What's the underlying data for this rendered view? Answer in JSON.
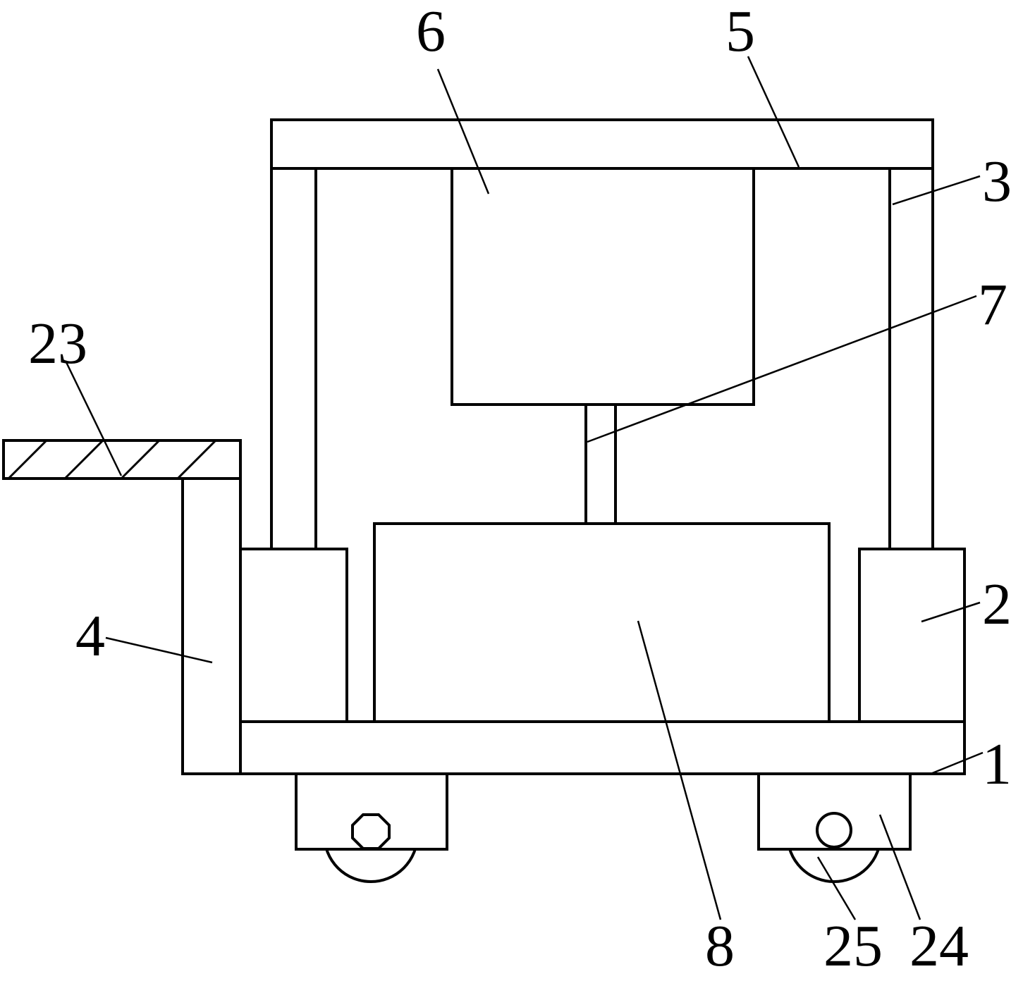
{
  "colors": {
    "line": "#000000",
    "background": "#ffffff"
  },
  "labels": {
    "base_plate": "1",
    "side_block": "2",
    "upright": "3",
    "handle_post": "4",
    "top_beam": "5",
    "upper_box": "6",
    "connecting_rod": "7",
    "lower_box": "8",
    "hatched_grip": "23",
    "wheel_housing": "24",
    "wheel": "25"
  }
}
